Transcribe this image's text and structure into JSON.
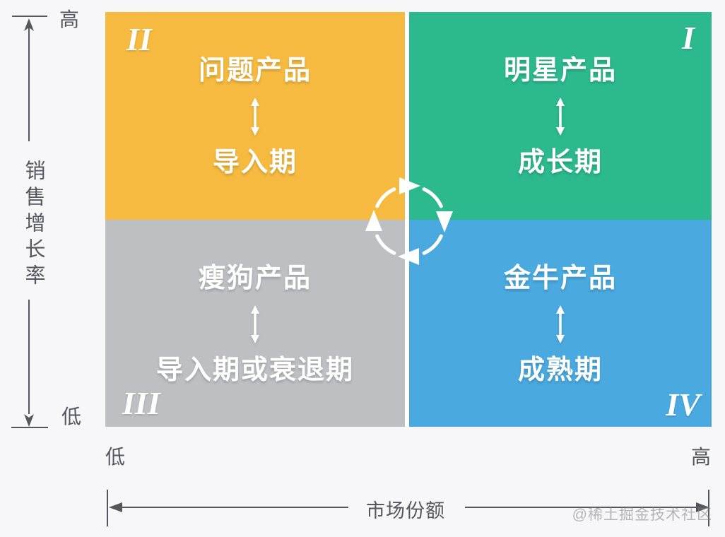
{
  "diagram": {
    "y_axis": {
      "label": "销售增长率",
      "top_label": "高",
      "bottom_label": "低"
    },
    "x_axis": {
      "label": "市场份额",
      "left_label": "低",
      "right_label": "高"
    },
    "quadrants": [
      {
        "numeral": "I",
        "position": "top-right",
        "product": "明星产品",
        "stage": "成长期",
        "color": "#2CB98D"
      },
      {
        "numeral": "II",
        "position": "top-left",
        "product": "问题产品",
        "stage": "导入期",
        "color": "#F5BA3F"
      },
      {
        "numeral": "III",
        "position": "bottom-left",
        "product": "瘦狗产品",
        "stage": "导入期或衰退期",
        "color": "#BEBFC3"
      },
      {
        "numeral": "IV",
        "position": "bottom-right",
        "product": "金牛产品",
        "stage": "成熟期",
        "color": "#4AA9DE"
      }
    ],
    "icons": {
      "center": "cycle-clockwise-arrows",
      "between_labels": "up-down-arrow"
    },
    "colors": {
      "background": "#F7F7F9",
      "axis": "#55565E",
      "divider": "#FFFFFF",
      "quadrant_text": "#FFFFFF",
      "watermark": "#7D7E85"
    },
    "watermark": "@稀土掘金技术社区"
  }
}
